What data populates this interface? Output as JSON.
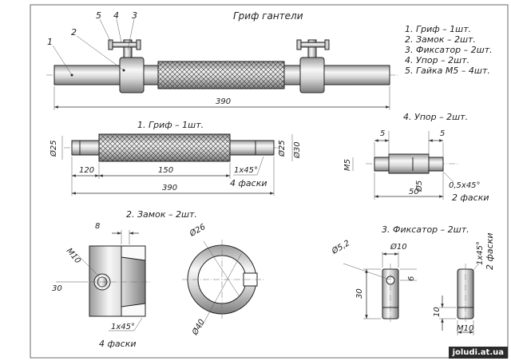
{
  "title": "Гриф гантели",
  "parts_list": [
    "1.  Гриф – 1шт.",
    "2.  Замок – 2шт.",
    "3.  Фиксатор – 2шт.",
    "4.  Упор – 2шт.",
    "5.  Гайка М5 – 4шт."
  ],
  "assembly": {
    "callouts": [
      "1",
      "2",
      "5",
      "4",
      "3"
    ],
    "overall_length": "390"
  },
  "view_bar": {
    "caption": "1.  Гриф – 1шт.",
    "dia_left": "Ø25",
    "dia_right1": "Ø25",
    "dia_right2": "Ø30",
    "len_120": "120",
    "len_150": "150",
    "chamfer": "1x45°",
    "chamfer_note": "4 фаски",
    "len_total": "390"
  },
  "view_stop": {
    "caption": "4.  Упор – 2шт.",
    "dim_5a": "5",
    "dim_5b": "5",
    "thread": "М5",
    "dia": "Ø5",
    "chamfer": "0,5x45°",
    "len_50": "50",
    "chamfer_note": "2 фаски"
  },
  "view_lock": {
    "caption": "2.  Замок – 2шт.",
    "dim_8": "8",
    "thread": "М10",
    "dim_30": "30",
    "chamfer": "1x45°",
    "chamfer_note": "4 фаски",
    "dia_26": "Ø26",
    "dia_40": "Ø40"
  },
  "view_fixer": {
    "caption": "3.  Фиксатор – 2шт.",
    "dia_52": "Ø5,2",
    "dia_10": "Ø10",
    "dim_6": "6",
    "dim_30": "30",
    "chamfer": "1x45°",
    "chamfer_note": "2 фаски",
    "dim_10": "10",
    "thread": "М10"
  },
  "watermark": "joludi.at.ua",
  "colors": {
    "line": "#222222",
    "metal_light": "#f4f4f4",
    "metal_dark": "#8c8c8c"
  }
}
